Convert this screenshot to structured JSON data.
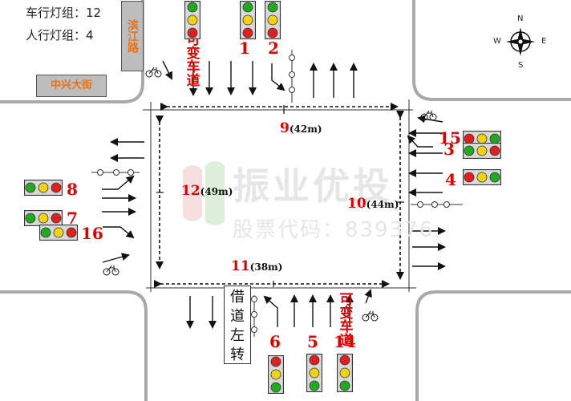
{
  "info": {
    "vehicle_groups": "车行灯组：12",
    "pedestrian_groups": "人行灯组：4"
  },
  "road_names": {
    "binjiang": "滨江路",
    "zhongxing": "中兴大街"
  },
  "signals": {
    "sig1": {
      "label": "1",
      "lights": [
        "#1faa1f",
        "#f2d216",
        "#e02020"
      ]
    },
    "sig2": {
      "label": "2",
      "lights": [
        "#1faa1f",
        "#f2d216",
        "#e02020"
      ]
    },
    "sig3": {
      "label": "3",
      "lights": [
        "#1faa1f",
        "#f2d216",
        "#e02020"
      ]
    },
    "sig4": {
      "label": "4",
      "lights": [
        "#e02020",
        "#f2d216",
        "#1faa1f"
      ]
    },
    "sig5": {
      "label": "5",
      "lights": [
        "#e02020",
        "#f2d216",
        "#1faa1f"
      ]
    },
    "sig6": {
      "label": "6",
      "lights": [
        "#e02020",
        "#f2d216",
        "#1faa1f"
      ]
    },
    "sig7": {
      "label": "7",
      "lights": [
        "#1faa1f",
        "#f2d216",
        "#e02020"
      ]
    },
    "sig8": {
      "label": "8",
      "lights": [
        "#1faa1f",
        "#f2d216",
        "#e02020"
      ]
    },
    "sig14": {
      "label": "14",
      "lights": [
        "#e02020",
        "#f2d216",
        "#1faa1f"
      ]
    },
    "sig15": {
      "label": "15",
      "lights": [
        "#e02020",
        "#f2d216",
        "#1faa1f"
      ]
    },
    "sig16": {
      "label": "16",
      "lights": [
        "#1faa1f",
        "#f2d216",
        "#e02020"
      ]
    },
    "sig_top_left": {
      "lights": [
        "#1faa1f",
        "#f2d216",
        "#e02020"
      ]
    }
  },
  "crosswalks": {
    "north": {
      "num": "9",
      "dist": "(42m)"
    },
    "east": {
      "num": "10",
      "dist": "(44m)"
    },
    "south": {
      "num": "11",
      "dist": "(38m)"
    },
    "west": {
      "num": "12",
      "dist": "(49m)"
    }
  },
  "lane_labels": {
    "variable_north": "可变车道",
    "variable_south": "可变车道",
    "borrow_left": "借道左转"
  },
  "compass": {
    "n": "N",
    "e": "E",
    "s": "S",
    "w": "W"
  },
  "watermark": {
    "main": "振业优投",
    "sub": "股票代码：839376"
  },
  "colors": {
    "red_label": "#e00000",
    "road_sign_text": "#e8731a",
    "curb": "#a9a9a9"
  }
}
